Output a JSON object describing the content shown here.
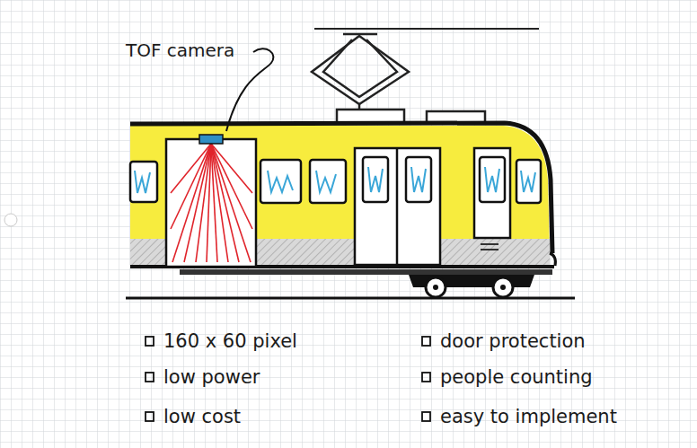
{
  "diagram": {
    "labels": [
      "TOF camera",
      "160 x 60 pixel",
      "door protection",
      "low power",
      "people counting",
      "low cost",
      "easy to implement"
    ]
  }
}
